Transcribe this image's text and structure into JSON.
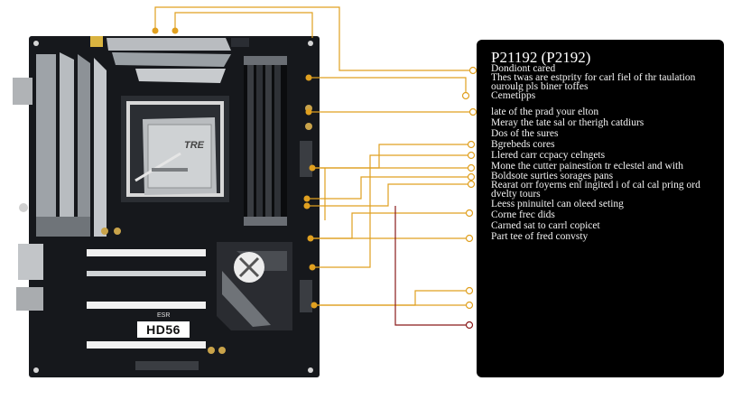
{
  "board": {
    "cpu_label": "TRE",
    "model_label": "HD56",
    "model_small_label": "ESR"
  },
  "panel": {
    "title": "P21192 (P2192)",
    "callouts": [
      "Dondiont cared",
      "Thes twas are estprity for carl fiel of thr taulation",
      "ouroulg pls biner toffes",
      "Cemetipps",
      "late of the prad your elton",
      "Meray the tate sal or therigh catdiurs",
      "Dos of the sures",
      "Bgrebeds cores",
      "Llered carr ccpacy celngets",
      "Mone the cutter painestion tr eclestel and with",
      "Boldsote surties sorages pans",
      "Rearat orr foyerns enl ingited i of cal cal pring ord",
      "dvelty tours",
      "Leess pninuitel can oleed seting",
      "Corne frec dids",
      "Carned sat to carrl copicet",
      "Part tee of fred convsty"
    ]
  },
  "colors": {
    "board": "#15171b",
    "panel": "#000000",
    "leader_gold": "#e0a020",
    "leader_maroon": "#8a1a1a",
    "text": "#ffffff"
  }
}
